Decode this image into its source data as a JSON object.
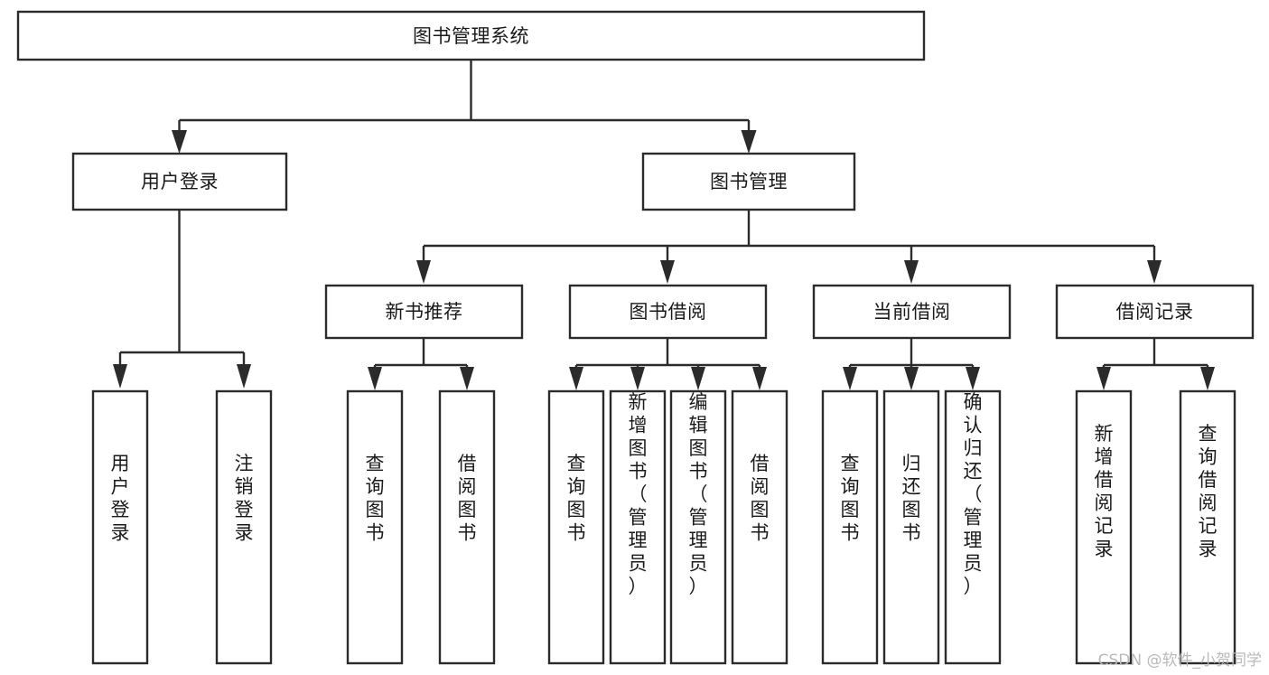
{
  "diagram": {
    "title": "图书管理系统",
    "type": "hierarchy-tree",
    "root": {
      "id": "root",
      "label": "图书管理系统",
      "orientation": "horizontal"
    },
    "level2": [
      {
        "id": "user-login",
        "label": "用户登录",
        "orientation": "horizontal"
      },
      {
        "id": "book-manage",
        "label": "图书管理",
        "orientation": "horizontal"
      }
    ],
    "level3": [
      {
        "id": "new-book-recommend",
        "label": "新书推荐",
        "parent": "book-manage",
        "orientation": "horizontal"
      },
      {
        "id": "book-borrow",
        "label": "图书借阅",
        "parent": "book-manage",
        "orientation": "horizontal"
      },
      {
        "id": "current-borrow",
        "label": "当前借阅",
        "parent": "book-manage",
        "orientation": "horizontal"
      },
      {
        "id": "borrow-record",
        "label": "借阅记录",
        "parent": "book-manage",
        "orientation": "horizontal"
      }
    ],
    "leaves": [
      {
        "id": "leaf-user-login",
        "label": "用户登录",
        "parent": "user-login",
        "orientation": "vertical"
      },
      {
        "id": "leaf-user-logout",
        "label": "注销登录",
        "parent": "user-login",
        "orientation": "vertical"
      },
      {
        "id": "leaf-query-book-1",
        "label": "查询图书",
        "parent": "new-book-recommend",
        "orientation": "vertical"
      },
      {
        "id": "leaf-borrow-book-1",
        "label": "借阅图书",
        "parent": "new-book-recommend",
        "orientation": "vertical"
      },
      {
        "id": "leaf-query-book-2",
        "label": "查询图书",
        "parent": "book-borrow",
        "orientation": "vertical"
      },
      {
        "id": "leaf-add-book",
        "label": "新增图书（管理员）",
        "parent": "book-borrow",
        "orientation": "vertical"
      },
      {
        "id": "leaf-edit-book",
        "label": "编辑图书（管理员）",
        "parent": "book-borrow",
        "orientation": "vertical"
      },
      {
        "id": "leaf-borrow-book-2",
        "label": "借阅图书",
        "parent": "book-borrow",
        "orientation": "vertical"
      },
      {
        "id": "leaf-query-book-3",
        "label": "查询图书",
        "parent": "current-borrow",
        "orientation": "vertical"
      },
      {
        "id": "leaf-return-book",
        "label": "归还图书",
        "parent": "current-borrow",
        "orientation": "vertical"
      },
      {
        "id": "leaf-confirm-return",
        "label": "确认归还（管理员）",
        "parent": "current-borrow",
        "orientation": "vertical"
      },
      {
        "id": "leaf-add-record",
        "label": "新增借阅记录",
        "parent": "borrow-record",
        "orientation": "vertical"
      },
      {
        "id": "leaf-query-record",
        "label": "查询借阅记录",
        "parent": "borrow-record",
        "orientation": "vertical"
      }
    ],
    "watermark": "CSDN @软件_小贺同学",
    "colors": {
      "stroke": "#2b2b2b",
      "fill": "#ffffff",
      "text": "#1a1a1a",
      "watermark": "#b9b9b9"
    }
  }
}
